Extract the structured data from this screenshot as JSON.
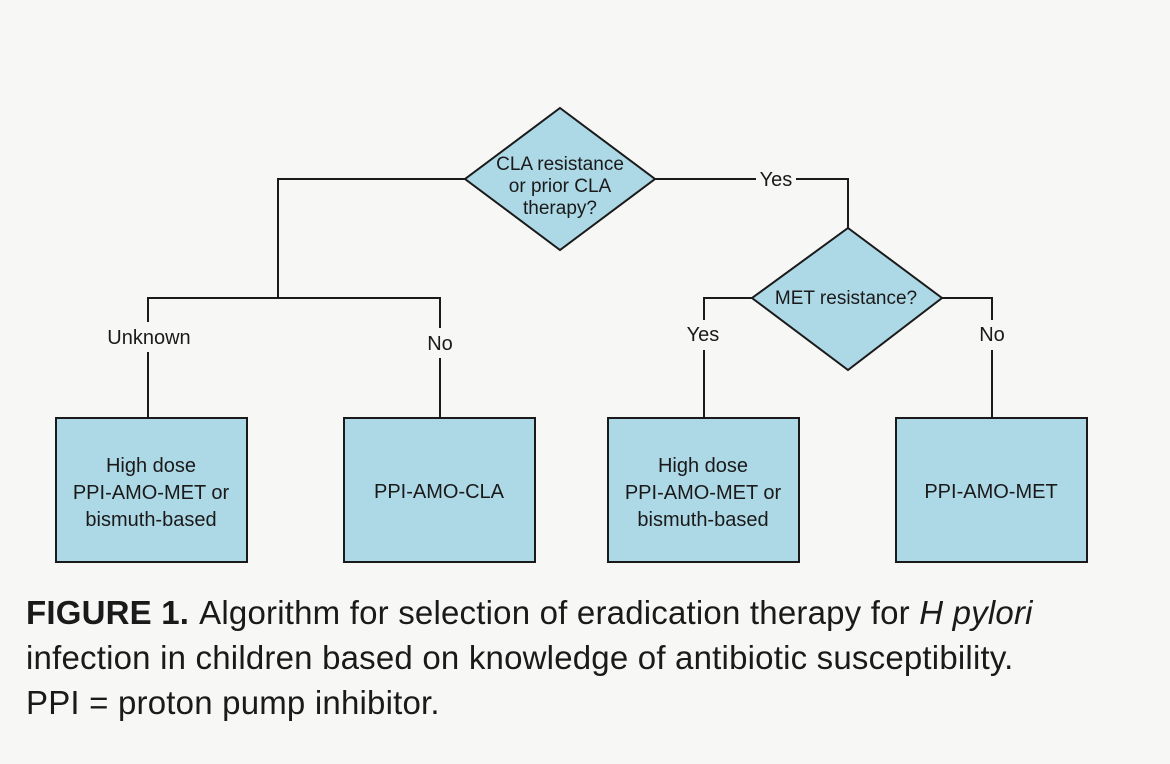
{
  "diagram": {
    "decision_cla": {
      "lines": [
        "CLA resistance",
        "or prior CLA",
        "therapy?"
      ]
    },
    "decision_met": {
      "lines": [
        "MET resistance?"
      ]
    },
    "labels": {
      "unknown": "Unknown",
      "no_left": "No",
      "yes_top": "Yes",
      "yes_right": "Yes",
      "no_right": "No"
    },
    "boxes": {
      "box1": [
        "High dose",
        "PPI-AMO-MET or",
        "bismuth-based"
      ],
      "box2": [
        "PPI-AMO-CLA"
      ],
      "box3": [
        "High dose",
        "PPI-AMO-MET or",
        "bismuth-based"
      ],
      "box4": [
        "PPI-AMO-MET"
      ]
    },
    "colors": {
      "fill": "#add8e6",
      "stroke": "#1a1a1a"
    }
  },
  "caption": {
    "figure_label": "FIGURE 1.",
    "text_before_italic": "Algorithm for selection of eradication therapy for ",
    "italic": "H pylori",
    "text_line2": "infection in children based on knowledge of antibiotic susceptibility.",
    "text_line3": "PPI = proton pump inhibitor."
  }
}
